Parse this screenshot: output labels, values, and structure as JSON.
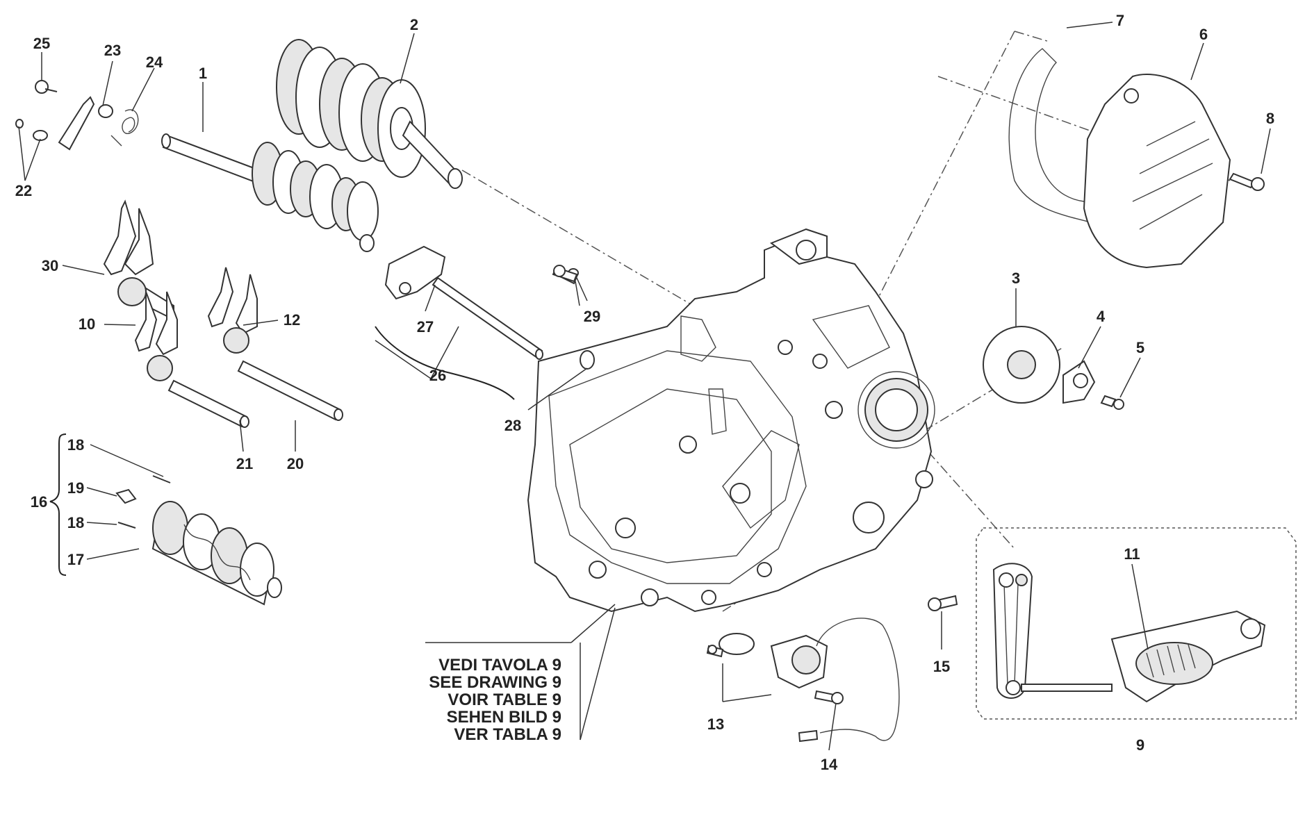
{
  "diagram": {
    "title": "Gearbox / gear selector exploded parts diagram",
    "callouts": [
      "1",
      "2",
      "3",
      "4",
      "5",
      "6",
      "7",
      "8",
      "9",
      "10",
      "11",
      "12",
      "13",
      "14",
      "15",
      "16",
      "17",
      "18",
      "18",
      "19",
      "20",
      "21",
      "22",
      "23",
      "24",
      "25",
      "26",
      "27",
      "28",
      "29",
      "30"
    ],
    "reference_note": {
      "lines": [
        "VEDI TAVOLA 9",
        "SEE DRAWING 9",
        "VOIR TABLE 9",
        "SEHEN BILD 9",
        "VER TABLA 9"
      ]
    },
    "colors": {
      "line": "#333333",
      "text": "#222222",
      "background": "#ffffff"
    }
  }
}
